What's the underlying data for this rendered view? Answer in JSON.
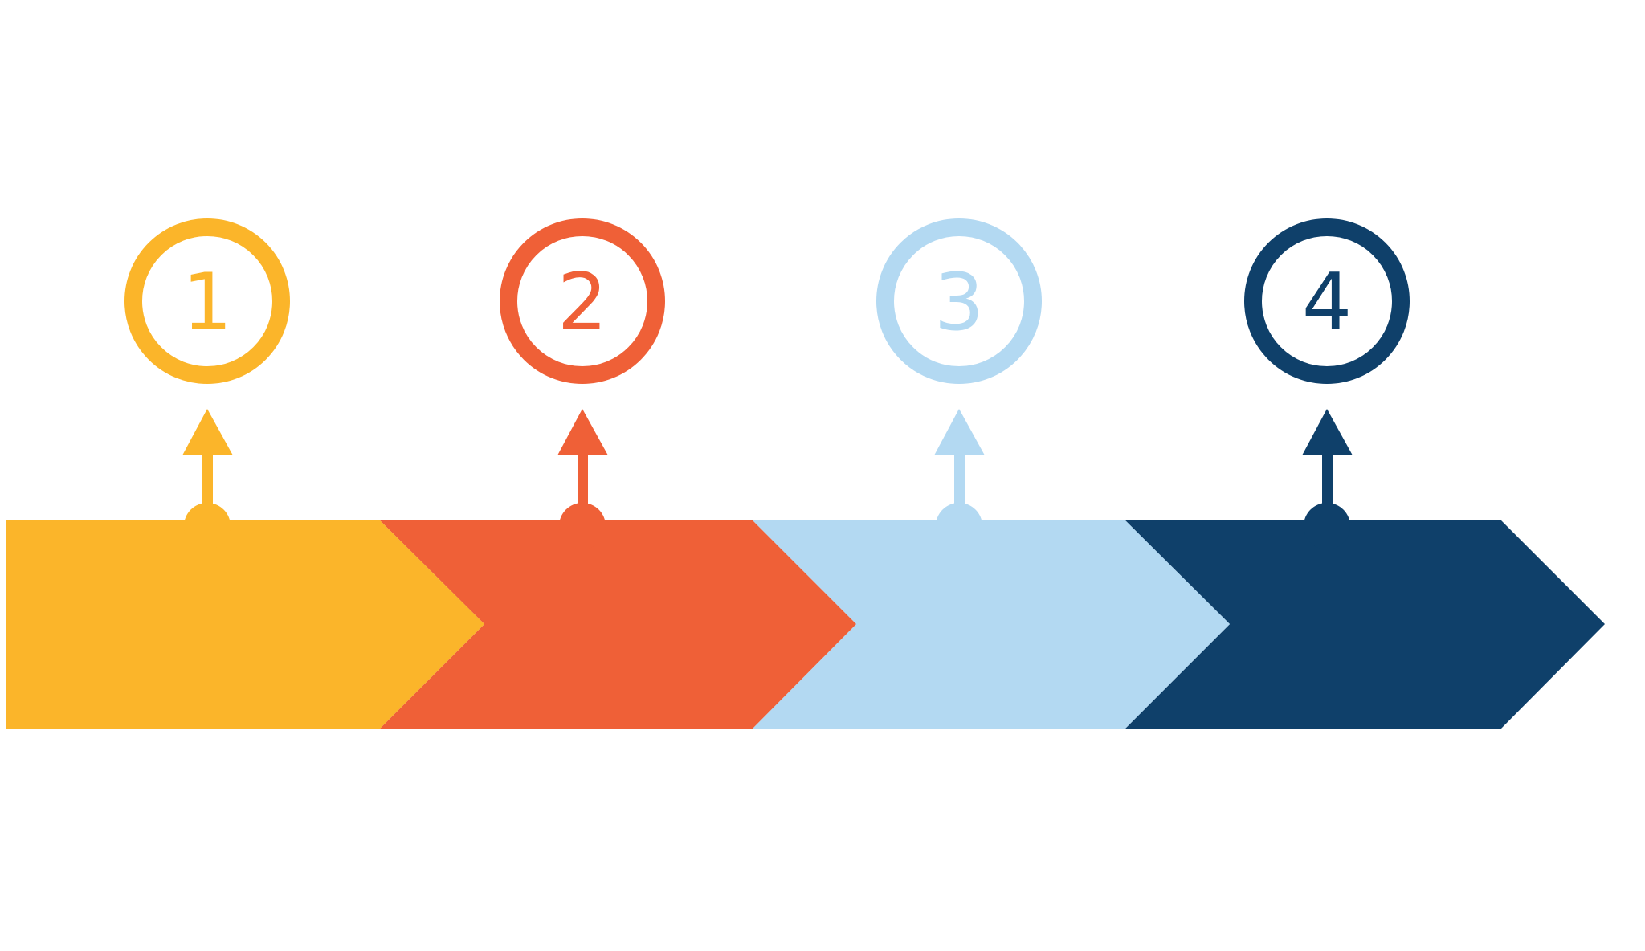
{
  "steps": [
    {
      "number": "1",
      "color": "#FBB52A",
      "ring_icon": "number-circle-icon",
      "arrow_icon": "arrow-up-icon"
    },
    {
      "number": "2",
      "color": "#EF6037",
      "ring_icon": "number-circle-icon",
      "arrow_icon": "arrow-up-icon"
    },
    {
      "number": "3",
      "color": "#B3D9F2",
      "ring_icon": "number-circle-icon",
      "arrow_icon": "arrow-up-icon"
    },
    {
      "number": "4",
      "color": "#0F406A",
      "ring_icon": "number-circle-icon",
      "arrow_icon": "arrow-up-icon"
    }
  ],
  "background_color": "#FFFFFF"
}
